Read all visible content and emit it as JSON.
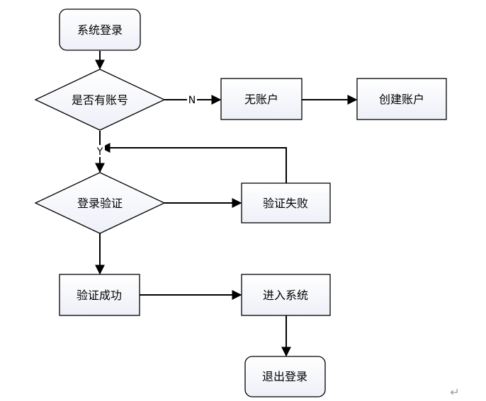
{
  "flowchart": {
    "nodes": {
      "login": "系统登录",
      "has_account": "是否有账号",
      "no_account": "无账户",
      "create_account": "创建账户",
      "verify": "登录验证",
      "verify_fail": "验证失败",
      "verify_success": "验证成功",
      "enter_system": "进入系统",
      "logout": "退出登录"
    },
    "edge_labels": {
      "no": "N",
      "yes": "Y"
    },
    "paragraph_mark": "↵"
  }
}
